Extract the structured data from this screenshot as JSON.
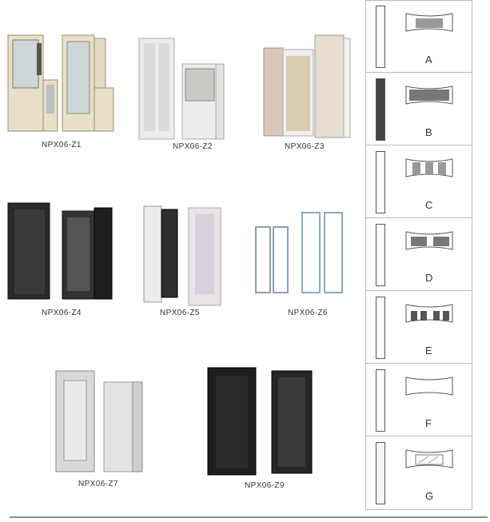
{
  "products": [
    {
      "id": "z1",
      "name": "NPX06-Z1"
    },
    {
      "id": "z2",
      "name": "NPX06-Z2"
    },
    {
      "id": "z3",
      "name": "NPX06-Z3"
    },
    {
      "id": "z4",
      "name": "NPX06-Z4"
    },
    {
      "id": "z5",
      "name": "NPX06-Z5"
    },
    {
      "id": "z6",
      "name": "NPX06-Z6"
    },
    {
      "id": "z7",
      "name": "NPX06-Z7"
    },
    {
      "id": "z9",
      "name": "NPX06-Z9"
    }
  ],
  "door_styles": [
    "A",
    "B",
    "C",
    "D",
    "E",
    "F",
    "G"
  ]
}
